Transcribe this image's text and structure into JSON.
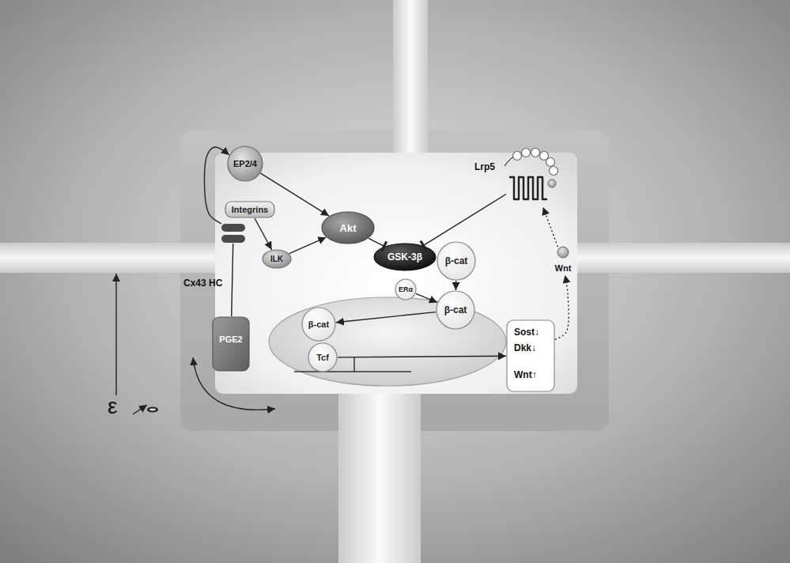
{
  "diagram": {
    "nodes": [
      {
        "text": [
          "EP2/4"
        ]
      },
      {
        "text": [
          "Lrp5"
        ]
      },
      {
        "text": [
          "Integrins"
        ]
      },
      {
        "text": [
          "Akt"
        ]
      },
      {
        "text": [
          "Cx43 HC"
        ]
      },
      {
        "text": [
          "ILK"
        ]
      },
      {
        "text": [
          "GSK-3β"
        ]
      },
      {
        "text": [
          "β-cat"
        ]
      },
      {
        "text": [
          "Wnt"
        ]
      },
      {
        "text": [
          "ERα"
        ]
      },
      {
        "text": [
          "β-cat"
        ]
      },
      {
        "text": [
          "β-cat"
        ]
      },
      {
        "text": [
          "Tcf"
        ]
      },
      {
        "text": [
          "PGE2"
        ]
      },
      {
        "text": [
          "Sost↓",
          "Dkk↓",
          "Wnt↑"
        ]
      }
    ],
    "edges": [
      {
        "from": 13,
        "to": 4,
        "arrow": "none"
      },
      {
        "from": 4,
        "to": 0,
        "arrow": "to"
      },
      {
        "from": 0,
        "to": 3,
        "arrow": "to"
      },
      {
        "from": 2,
        "to": 5,
        "arrow": "to"
      },
      {
        "from": 5,
        "to": 3,
        "arrow": "to"
      },
      {
        "from": 3,
        "to": 6,
        "arrow": "to"
      },
      {
        "from": 1,
        "to": 6,
        "arrow": "to"
      },
      {
        "from": 7,
        "to": 10,
        "arrow": "to"
      },
      {
        "from": 10,
        "to": 11,
        "arrow": "to"
      },
      {
        "from": 9,
        "to": 10,
        "arrow": "to"
      },
      {
        "from": 12,
        "to": 14,
        "arrow": "to"
      },
      {
        "from": 14,
        "to": 8,
        "arrow": "to"
      },
      {
        "from": 8,
        "to": 1,
        "arrow": "to"
      }
    ],
    "labels": [
      "ε"
    ]
  }
}
